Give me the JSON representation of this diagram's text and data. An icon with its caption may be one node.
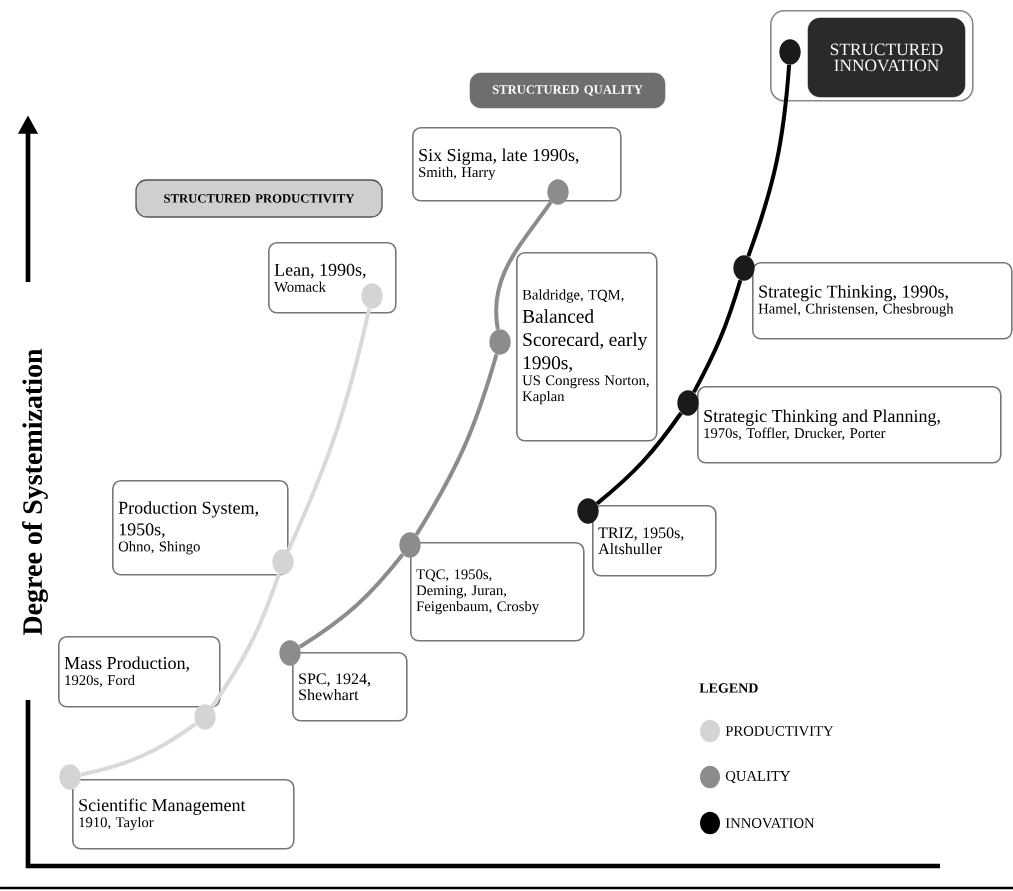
{
  "diagram": {
    "nodes": [
      {
        "text": [
          "STRUCTURED PRODUCTIVITY"
        ]
      },
      {
        "text": [
          "STRUCTURED QUALITY"
        ]
      },
      {
        "text": [],
        "shape": "box"
      },
      {
        "text": [
          "STRUCTURED INNOVATION"
        ],
        "in": 2
      },
      {
        "text": [],
        "shape": "circle",
        "in": 2
      },
      {
        "text": [
          "Lean, 1990s,",
          "Womack"
        ]
      },
      {
        "text": [],
        "shape": "circle",
        "in": 5
      },
      {
        "text": [
          "Production System, 1950s,",
          "Ohno, Shingo"
        ]
      },
      {
        "text": [],
        "shape": "circle"
      },
      {
        "text": [
          "Mass Production,",
          "1920s, Ford"
        ]
      },
      {
        "text": [],
        "shape": "circle"
      },
      {
        "text": [
          "Scientific Management",
          "1910, Taylor"
        ]
      },
      {
        "text": [],
        "shape": "circle"
      },
      {
        "text": [
          "Six Sigma, late 1990s,",
          "Smith, Harry"
        ]
      },
      {
        "text": [],
        "shape": "circle"
      },
      {
        "text": [
          "Baldridge, TQM,",
          "Balanced Scorecard, early 1990s,",
          "US Congress Norton, Kaplan"
        ]
      },
      {
        "text": [],
        "shape": "circle"
      },
      {
        "text": [
          "TQC, 1950s,",
          "Deming, Juran, Feigenbaum, Crosby"
        ]
      },
      {
        "text": [],
        "shape": "circle"
      },
      {
        "text": [
          "SPC, 1924,",
          "Shewhart"
        ]
      },
      {
        "text": [],
        "shape": "circle"
      },
      {
        "text": [
          "Strategic Thinking, 1990s,",
          "Hamel, Christensen, Chesbrough"
        ]
      },
      {
        "text": [],
        "shape": "circle"
      },
      {
        "text": [
          "Strategic Thinking and Planning,",
          "1970s, Toffler, Drucker, Porter"
        ]
      },
      {
        "text": [],
        "shape": "circle"
      },
      {
        "text": [
          "TRIZ, 1950s,",
          "Altshuller"
        ]
      },
      {
        "text": [],
        "shape": "circle"
      }
    ],
    "edges": [
      {
        "from": 12,
        "to": 10,
        "arrow": "none",
        "color": "#d9d9d9"
      },
      {
        "from": 10,
        "to": 8,
        "arrow": "none",
        "color": "#d9d9d9"
      },
      {
        "from": 8,
        "to": 6,
        "arrow": "none",
        "color": "#d9d9d9"
      },
      {
        "from": 20,
        "to": 18,
        "arrow": "none",
        "color": "#8c8c8c"
      },
      {
        "from": 18,
        "to": 16,
        "arrow": "none",
        "color": "#8c8c8c"
      },
      {
        "from": 16,
        "to": 14,
        "arrow": "none",
        "color": "#8c8c8c"
      },
      {
        "from": 26,
        "to": 24,
        "arrow": "none",
        "color": "#000000"
      },
      {
        "from": 24,
        "to": 22,
        "arrow": "none",
        "color": "#000000"
      },
      {
        "from": 22,
        "to": 4,
        "arrow": "none",
        "color": "#000000"
      }
    ],
    "labels": [
      "Degree of Systemization",
      "LEGEND"
    ],
    "legend": [
      {
        "text": "PRODUCTIVITY",
        "color": "#d4d4d4"
      },
      {
        "text": "QUALITY",
        "color": "#8c8c8c"
      },
      {
        "text": "INNOVATION",
        "color": "#000000"
      }
    ]
  }
}
